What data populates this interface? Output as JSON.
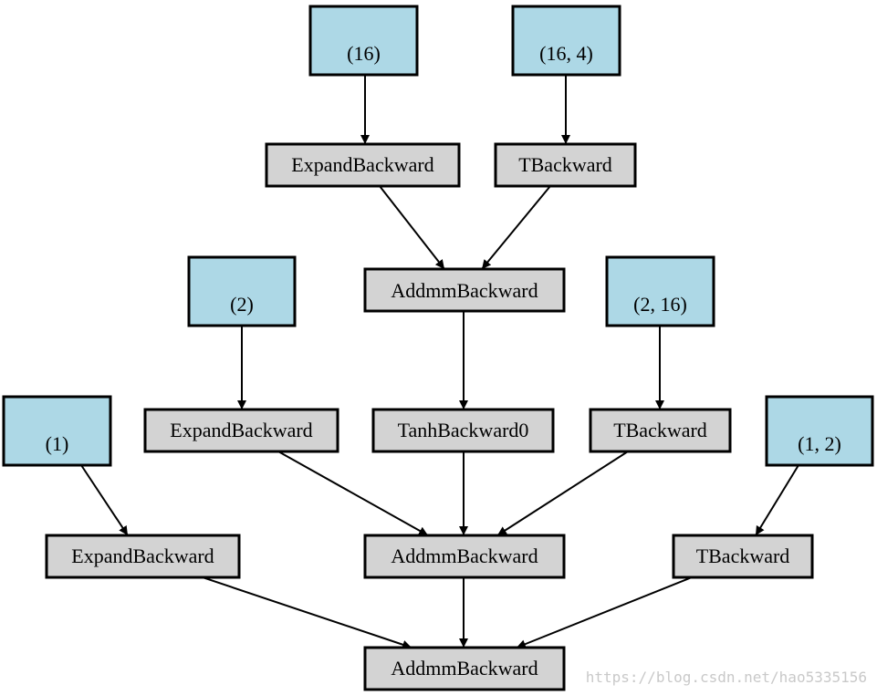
{
  "colors": {
    "param_fill": "#add8e6",
    "op_fill": "#d3d3d3",
    "stroke": "#000000",
    "watermark": "#c9c9c9"
  },
  "diagram": {
    "nodes": [
      {
        "id": "p16",
        "kind": "param",
        "label": "(16)"
      },
      {
        "id": "p16x4",
        "kind": "param",
        "label": "(16, 4)"
      },
      {
        "id": "exp1",
        "kind": "op",
        "label": "ExpandBackward"
      },
      {
        "id": "t1",
        "kind": "op",
        "label": "TBackward"
      },
      {
        "id": "addmm1",
        "kind": "op",
        "label": "AddmmBackward"
      },
      {
        "id": "p2",
        "kind": "param",
        "label": "(2)"
      },
      {
        "id": "p2x16",
        "kind": "param",
        "label": "(2, 16)"
      },
      {
        "id": "exp2",
        "kind": "op",
        "label": "ExpandBackward"
      },
      {
        "id": "tanh",
        "kind": "op",
        "label": "TanhBackward0"
      },
      {
        "id": "t2",
        "kind": "op",
        "label": "TBackward"
      },
      {
        "id": "p1",
        "kind": "param",
        "label": "(1)"
      },
      {
        "id": "p1x2",
        "kind": "param",
        "label": "(1, 2)"
      },
      {
        "id": "exp3",
        "kind": "op",
        "label": "ExpandBackward"
      },
      {
        "id": "addmm2",
        "kind": "op",
        "label": "AddmmBackward"
      },
      {
        "id": "t3",
        "kind": "op",
        "label": "TBackward"
      },
      {
        "id": "addmm3",
        "kind": "op",
        "label": "AddmmBackward"
      }
    ],
    "edges": [
      [
        "p16",
        "exp1"
      ],
      [
        "p16x4",
        "t1"
      ],
      [
        "exp1",
        "addmm1"
      ],
      [
        "t1",
        "addmm1"
      ],
      [
        "addmm1",
        "tanh"
      ],
      [
        "p2",
        "exp2"
      ],
      [
        "p2x16",
        "t2"
      ],
      [
        "exp2",
        "addmm2"
      ],
      [
        "tanh",
        "addmm2"
      ],
      [
        "t2",
        "addmm2"
      ],
      [
        "p1",
        "exp3"
      ],
      [
        "p1x2",
        "t3"
      ],
      [
        "exp3",
        "addmm3"
      ],
      [
        "addmm2",
        "addmm3"
      ],
      [
        "t3",
        "addmm3"
      ]
    ]
  },
  "watermark": "https://blog.csdn.net/hao5335156"
}
